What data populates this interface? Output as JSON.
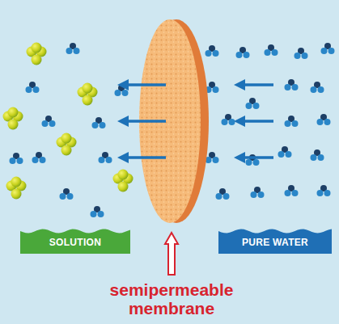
{
  "diagram": {
    "nodes": [
      {
        "text": [
          "SOLUTION"
        ]
      },
      {
        "text": [
          "PURE WATER"
        ]
      }
    ],
    "labels": [
      "semipermeable membrane"
    ]
  }
}
